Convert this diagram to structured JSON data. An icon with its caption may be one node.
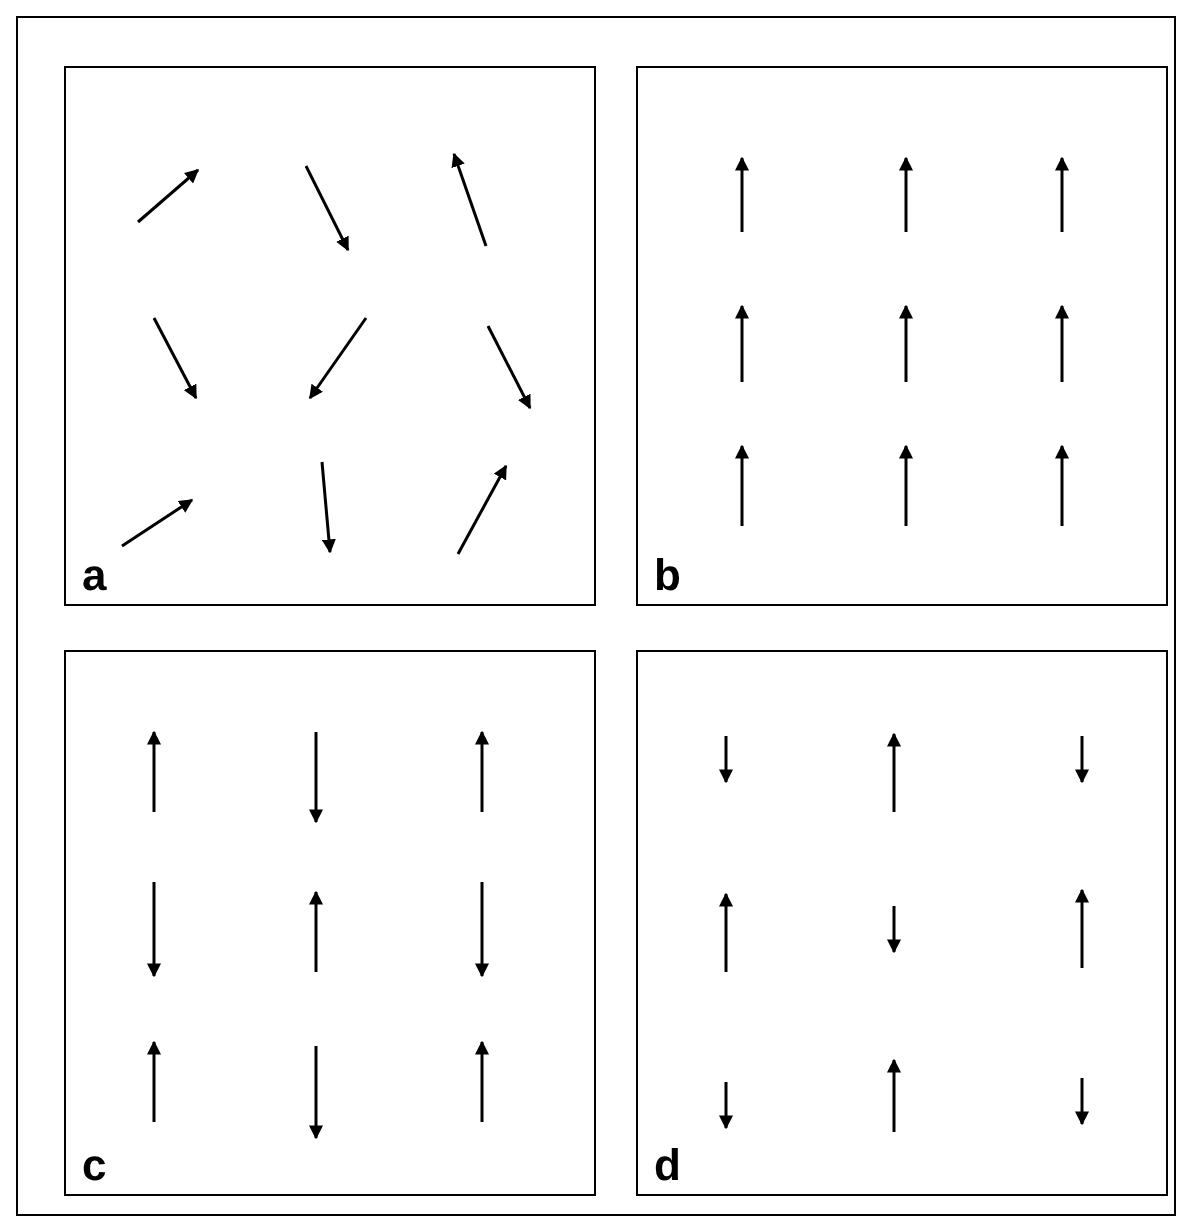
{
  "diagram": {
    "nodes": [
      {
        "text": [
          "a"
        ]
      },
      {
        "text": [
          "b"
        ]
      },
      {
        "text": [
          "c"
        ]
      },
      {
        "text": [
          "d"
        ]
      }
    ]
  }
}
